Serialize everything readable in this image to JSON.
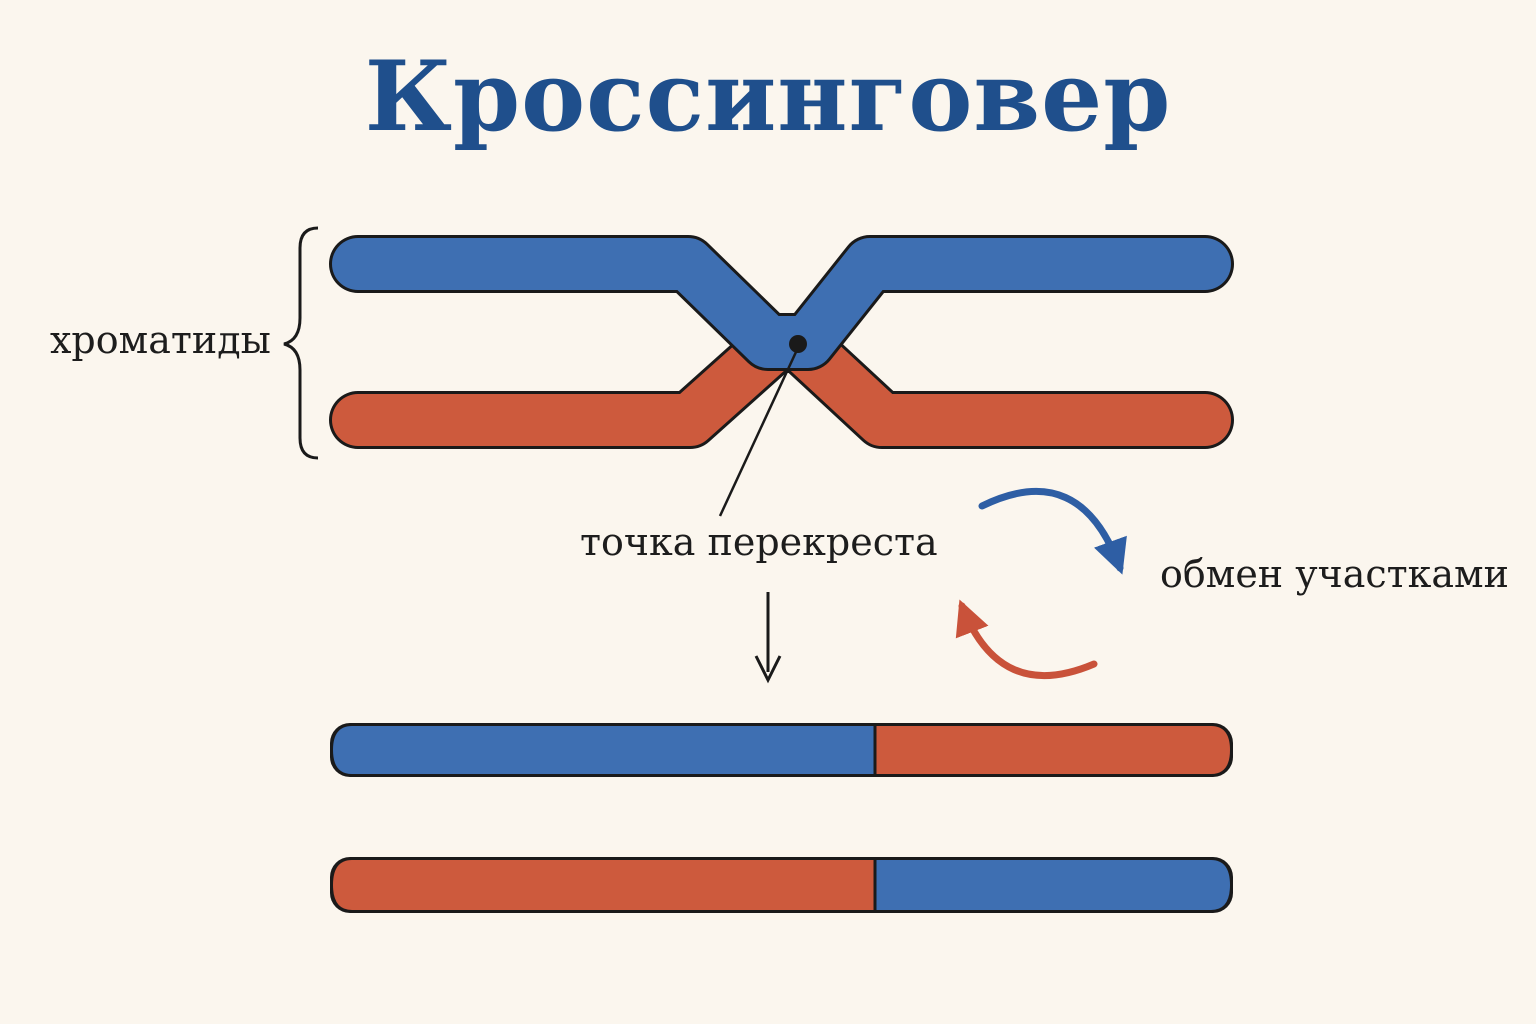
{
  "title": "Кроссинговер",
  "labels": {
    "chromatids": "хроматиды",
    "crossover_point": "точка перекреста",
    "exchange": "обмен участками"
  },
  "colors": {
    "background": "#fbf6ee",
    "title": "#1f4f8c",
    "chromatid_blue": "#3e6fb2",
    "chromatid_red": "#cd5a3d",
    "outline": "#1a1a1a",
    "arrow_blue": "#2e5ea4",
    "arrow_red": "#c9523a"
  }
}
